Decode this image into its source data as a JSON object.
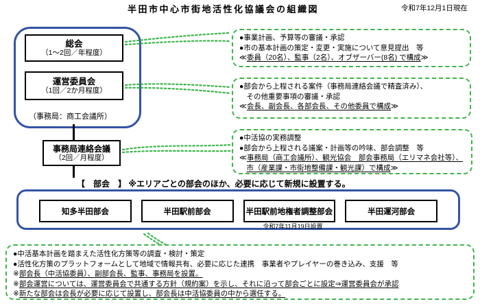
{
  "header": {
    "title": "半田市中心市街地活性化協議会の組織図",
    "date": "令和7年12月1日現在"
  },
  "org": {
    "soukai": {
      "name": "総会",
      "freq": "（1～2回／年程度）"
    },
    "unei": {
      "name": "運営委員会",
      "freq": "（1回／2か月程度）"
    },
    "secretariat_note": "（事務局：商工会議所）",
    "jimu": {
      "name": "事務局連絡会議",
      "freq": "（2回／月程度）"
    },
    "bukai_heading": "【　部会　】 ※エリアごとの部会のほか、必要に応じて新規に設置する。",
    "bukai_boxes": [
      "知多半田部会",
      "半田駅前部会",
      "半田駅前地権者調整部会",
      "半田運河部会"
    ],
    "bukai_caption": "令和7年11月19日設置"
  },
  "bubbles": {
    "soukai": {
      "lines": [
        {
          "b": "●",
          "t": "事業計画、予算等の審議・承認",
          "u": false
        },
        {
          "b": "●",
          "t": "市の基本計画の策定・変更・実施について意見提出　等",
          "u": false
        },
        {
          "b": "≪",
          "t": "委員（20名）、監事（2名）、オブザーバー(8名) で構成",
          "u": true,
          "s": "≫"
        }
      ]
    },
    "unei": {
      "lines": [
        {
          "b": "●",
          "t": "部会から上程される案件（事務局連絡会議で精査済み）、",
          "u": false
        },
        {
          "b": "　",
          "t": "その他重要事項の審議・承認",
          "u": false
        },
        {
          "b": "≪",
          "t": "会長、副会長、各部会長、その他委員で構成",
          "u": true,
          "s": "≫"
        }
      ]
    },
    "jimu": {
      "lines": [
        {
          "b": "●",
          "t": "中活協の実務調整",
          "u": false
        },
        {
          "b": "●",
          "t": "部会から上程される議案・計画等の吟味、部会調整　等",
          "u": false
        },
        {
          "b": "≪",
          "t": "事務局（商工会議所）、観光協会　部会事務局（エリマネ会社等）、",
          "u": true
        },
        {
          "b": "　",
          "t": "市（産業課・市街地整備課・観光課）で構成",
          "u": true,
          "s": "≫"
        }
      ]
    },
    "bukai": {
      "lines": [
        {
          "b": "●",
          "t": "中活基本計画を踏まえた活性化方策等の調査・検討・策定",
          "u": false
        },
        {
          "b": "●",
          "t": "活性化方策のプラットフォームとして地域で情報共有、必要に応じた連携　事業者やプレイヤーの巻き込み、支援　等",
          "u": false
        },
        {
          "b": "※",
          "t": "部会長（中活協委員）、副部会長、監事、事務局を設置。",
          "u": true
        },
        {
          "b": "※",
          "t": "部会運営については、運営委員会で共通する方針（規約案）を示し、それに沿って部会ごとに設定⇒運営委員会が承認",
          "u": true
        },
        {
          "b": "※",
          "t": "新たな部会は会長が必要に応じて設置し、部会長は中活協委員の中から選任する。",
          "u": true
        }
      ]
    }
  },
  "colors": {
    "container_blue": "#3353a4",
    "connector_green": "#3cb54a",
    "box_border": "#000000"
  }
}
